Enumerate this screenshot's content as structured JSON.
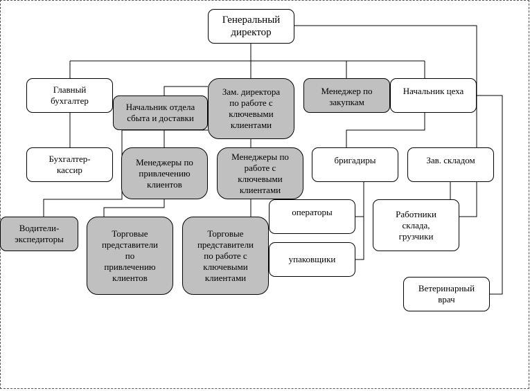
{
  "chart": {
    "nodes": {
      "director": "Генеральный\nдиректор",
      "chief_accountant": "Главный\nбухгалтер",
      "deputy_key": "Зам. директора\nпо работе с\nключевыми\nклиентами",
      "purchase_mgr": "Менеджер по\nзакупкам",
      "shop_head": "Начальник цеха",
      "sales_head": "Начальник отдела\nсбыта и доставки",
      "cashier": "Бухгалтер-\nкассир",
      "mgr_acquire": "Менеджеры по\nпривлечению\nклиентов",
      "mgr_key": "Менеджеры по\nработе с\nключевыми\nклиентами",
      "foremen": "бригадиры",
      "warehouse_head": "Зав. складом",
      "operators": "операторы",
      "packers": "упаковщики",
      "warehouse_staff": "Работники\nсклада,\nгрузчики",
      "drivers": "Водители-\nэкспедиторы",
      "reps_acquire": "Торговые\nпредставители\nпо\nпривлечению\nклиентов",
      "reps_key": "Торговые\nпредставители\nпо работе с\nключевыми\nклиентами",
      "vet": "Ветеринарный\nврач"
    },
    "highlight_color": "#c0c0c0"
  }
}
